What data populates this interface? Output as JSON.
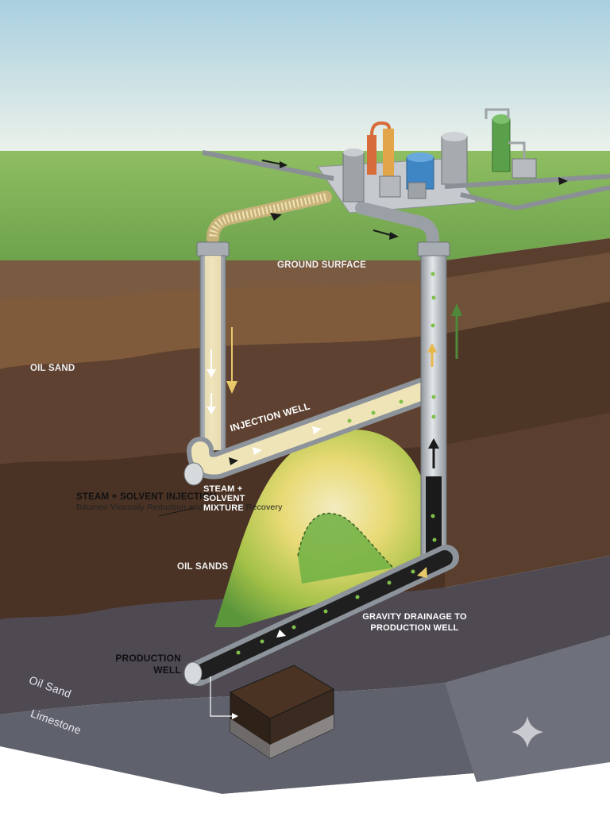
{
  "labels": {
    "ground_surface": "GROUND SURFACE",
    "oil_sand_top": "OIL SAND",
    "injection_well": "INJECTION WELL",
    "steam_solvent_injection_title": "STEAM + SOLVENT INJECTION:",
    "steam_solvent_injection_desc": "Bitumen Viecosily Reduction and Increased Recovery",
    "steam_solvent_mixture": "STEAM + SOLVENT MIXTURE",
    "oil_sands_mid": "OIL SANDS",
    "gravity_drainage": "GRAVITY DRAINAGE TO PRODUCTION WELL",
    "production_well": "PRODUCTION WELL",
    "oil_sand_bottom": "Oil Sand",
    "limestone": "Limestone"
  },
  "colors": {
    "sky_top": "#a9cfe0",
    "sky_bottom": "#e6f0e8",
    "grass": "#7fb158",
    "soil_dark": "#4a3322",
    "soil_brown": "#6b4a32",
    "rock_gray": "#5c5e68",
    "steam_chamber_yellow": "#f4e98a",
    "steam_chamber_green": "#7fb94a",
    "pipe_gray": "#b9bec4",
    "bitumen_black": "#1a1a1a"
  }
}
